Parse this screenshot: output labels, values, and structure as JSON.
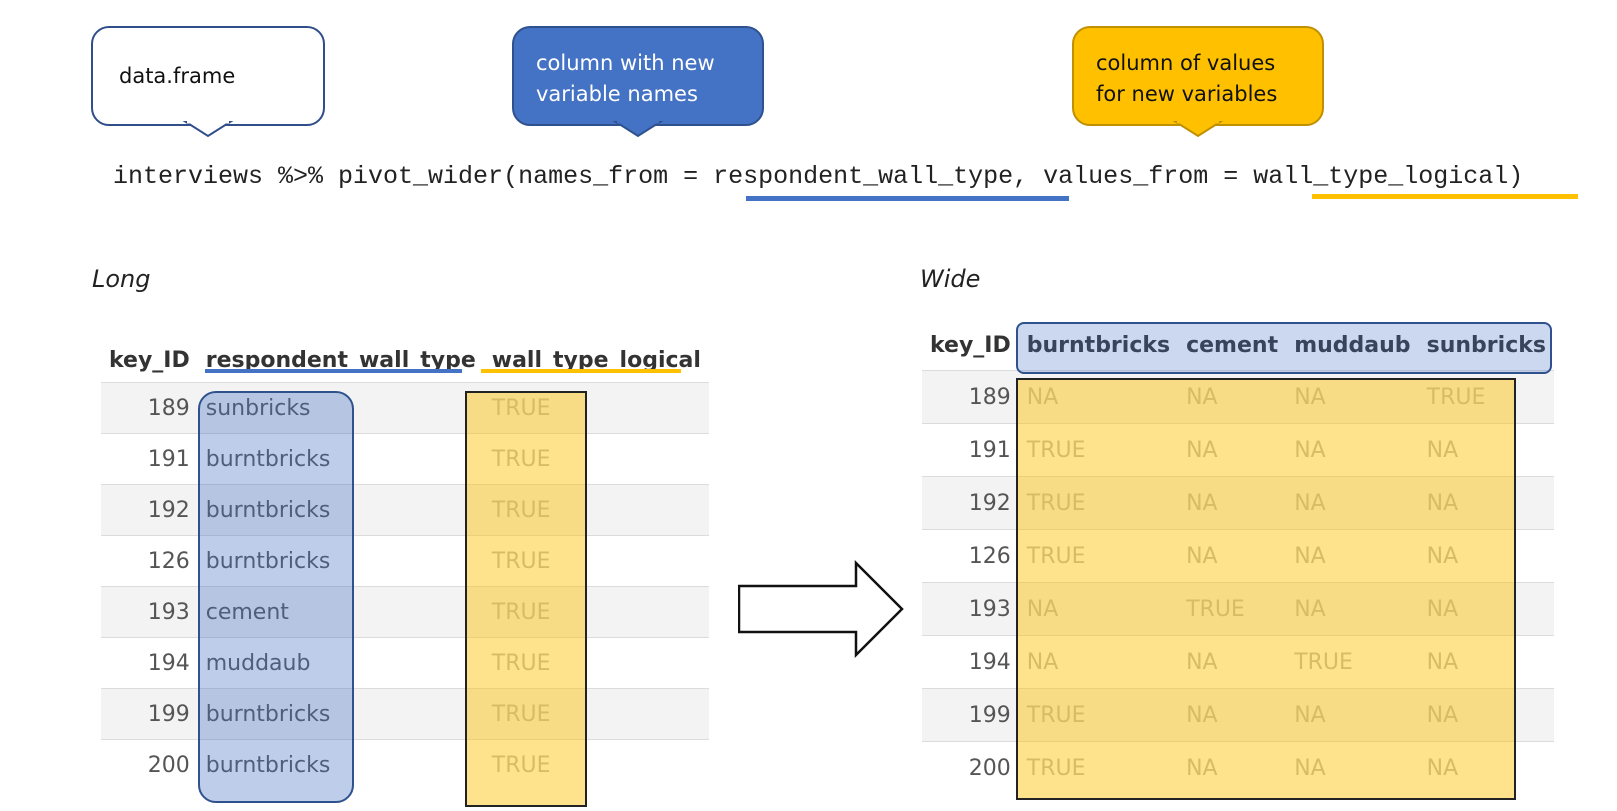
{
  "callouts": {
    "data_frame": "data.frame",
    "names_line1": "column with new",
    "names_line2": "variable names",
    "values_line1": "column of values",
    "values_line2": "for new variables"
  },
  "code": {
    "prefix": "interviews %>% pivot_wider(names_from = ",
    "names_arg": "respondent_wall_type",
    "middle": ", values_from = ",
    "values_arg": "wall_type_logical",
    "suffix": ")"
  },
  "long": {
    "label": "Long",
    "headers": [
      "key_ID",
      "respondent_wall_type",
      "wall_type_logical"
    ],
    "rows": [
      [
        "189",
        "sunbricks",
        "TRUE"
      ],
      [
        "191",
        "burntbricks",
        "TRUE"
      ],
      [
        "192",
        "burntbricks",
        "TRUE"
      ],
      [
        "126",
        "burntbricks",
        "TRUE"
      ],
      [
        "193",
        "cement",
        "TRUE"
      ],
      [
        "194",
        "muddaub",
        "TRUE"
      ],
      [
        "199",
        "burntbricks",
        "TRUE"
      ],
      [
        "200",
        "burntbricks",
        "TRUE"
      ]
    ]
  },
  "wide": {
    "label": "Wide",
    "headers": [
      "key_ID",
      "burntbricks",
      "cement",
      "muddaub",
      "sunbricks"
    ],
    "rows": [
      [
        "189",
        "NA",
        "NA",
        "NA",
        "TRUE"
      ],
      [
        "191",
        "TRUE",
        "NA",
        "NA",
        "NA"
      ],
      [
        "192",
        "TRUE",
        "NA",
        "NA",
        "NA"
      ],
      [
        "126",
        "TRUE",
        "NA",
        "NA",
        "NA"
      ],
      [
        "193",
        "NA",
        "TRUE",
        "NA",
        "NA"
      ],
      [
        "194",
        "NA",
        "NA",
        "TRUE",
        "NA"
      ],
      [
        "199",
        "TRUE",
        "NA",
        "NA",
        "NA"
      ],
      [
        "200",
        "TRUE",
        "NA",
        "NA",
        "NA"
      ]
    ]
  },
  "colors": {
    "blue": "#4472c4",
    "gold": "#ffc000"
  }
}
